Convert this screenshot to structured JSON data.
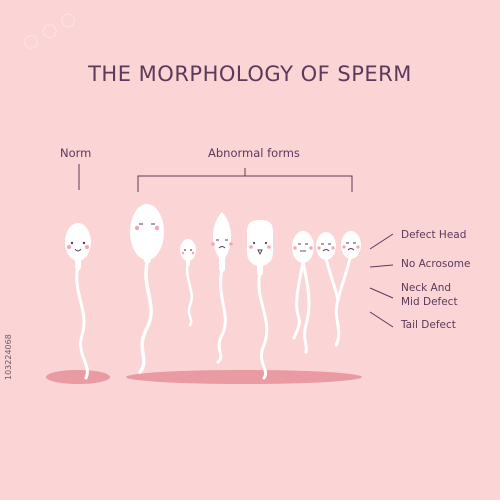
{
  "title": "THE MORPHOLOGY OF SPERM",
  "labels": {
    "norm": "Norm",
    "abnormal": "Abnormal forms"
  },
  "defects": [
    {
      "lines": [
        "Defect Head"
      ]
    },
    {
      "lines": [
        "No Acrosome"
      ]
    },
    {
      "lines": [
        "Neck And",
        "Mid Defect"
      ]
    },
    {
      "lines": [
        "Tail Defect"
      ]
    }
  ],
  "stock_id": "103224068",
  "colors": {
    "background": "#fbd4d6",
    "text": "#5b3a5a",
    "cell": "#ffffff",
    "shadow": "#e99aa2",
    "cheek": "#f3a6b2"
  }
}
